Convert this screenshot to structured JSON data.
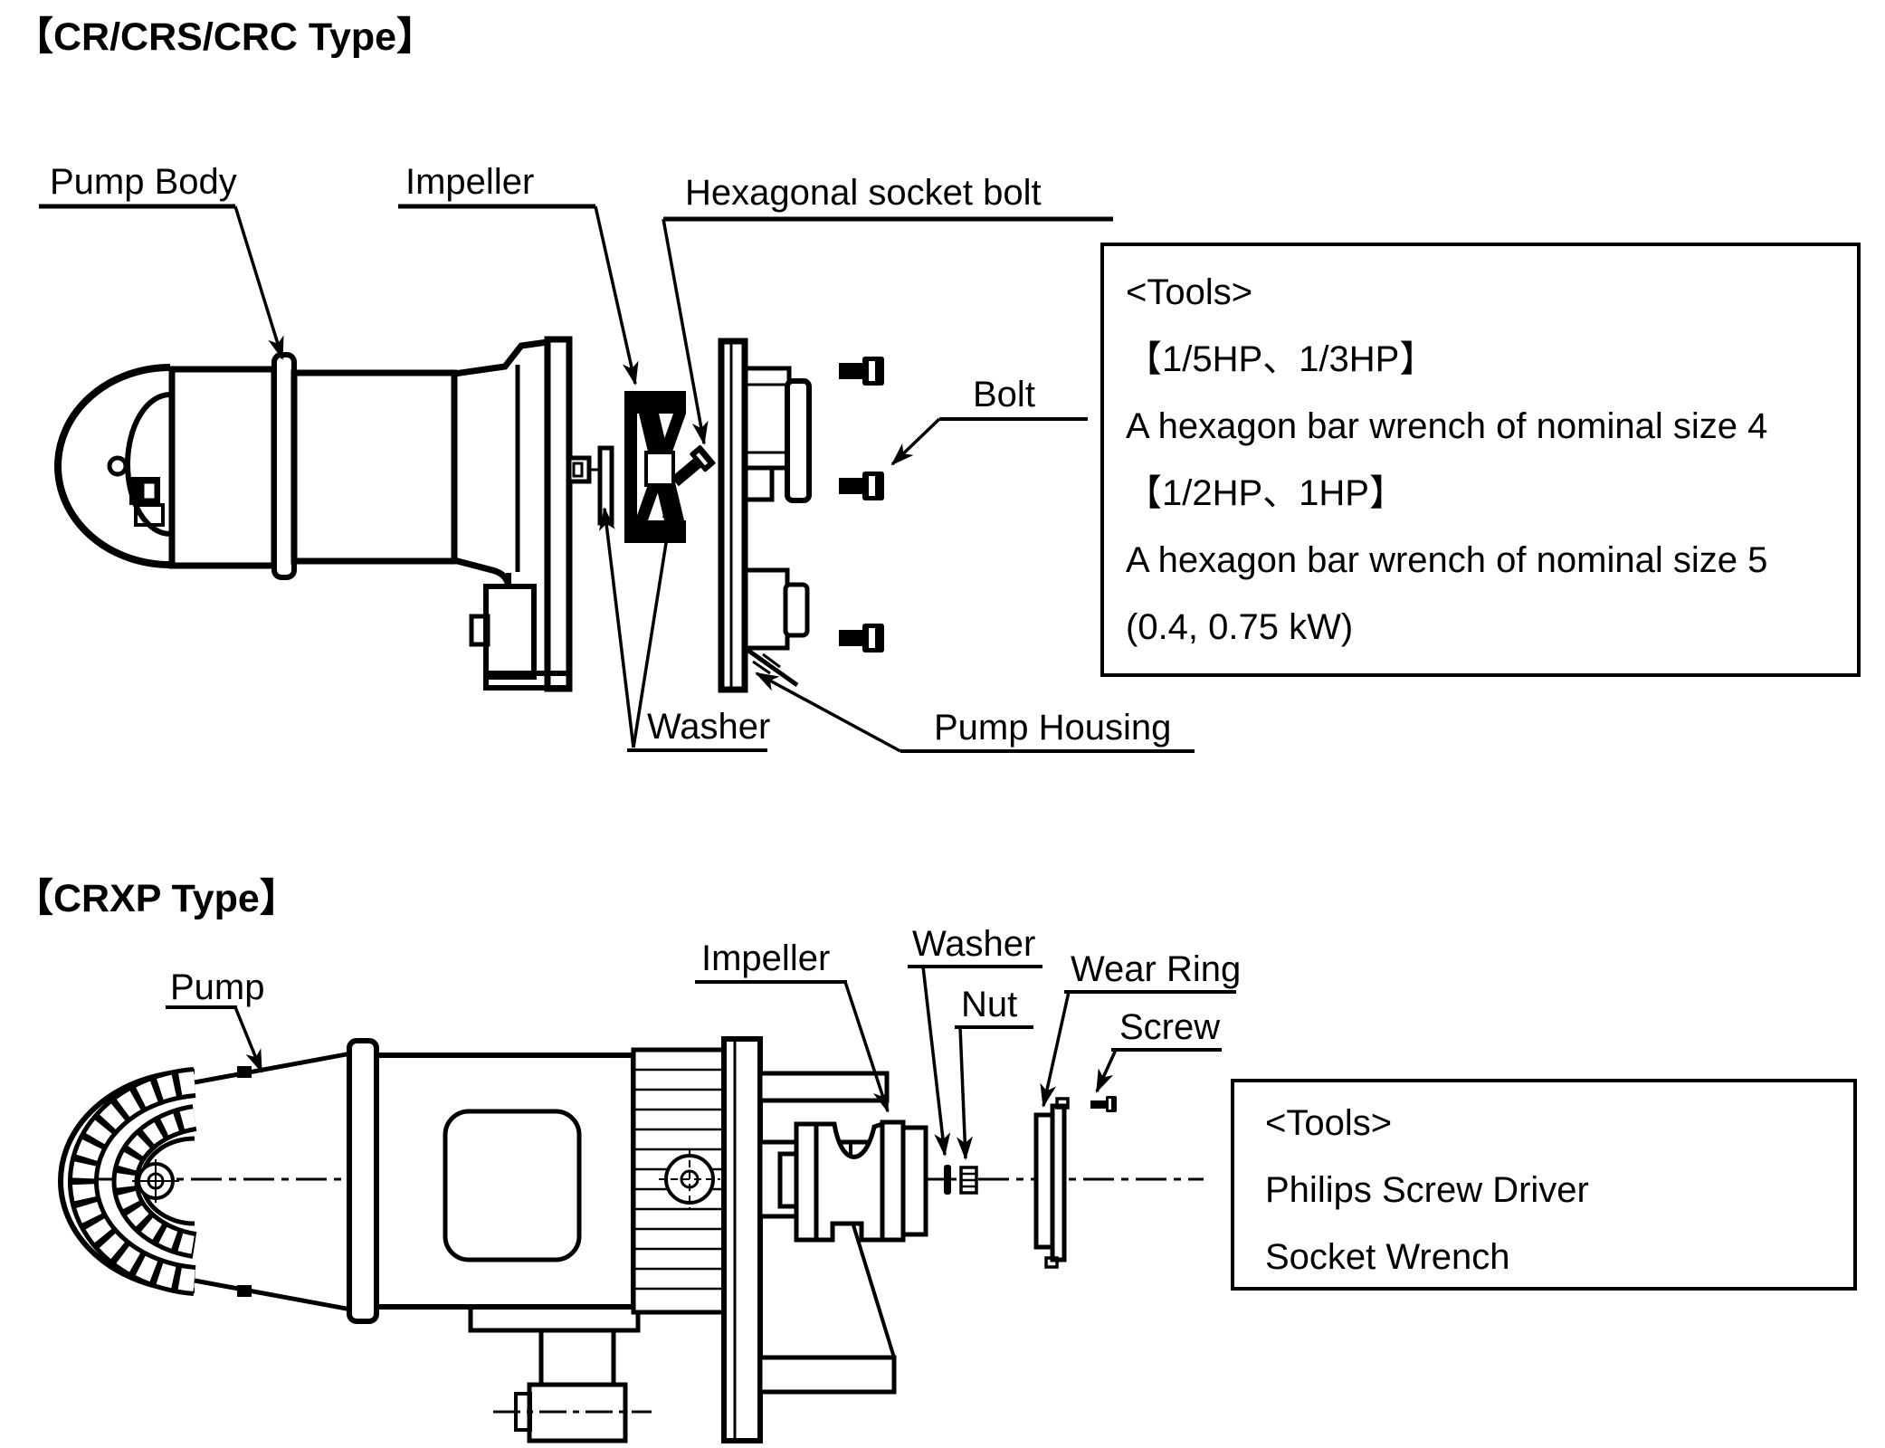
{
  "page": {
    "background": "#ffffff",
    "ink": "#000000"
  },
  "sections": [
    {
      "id": "cr-crs-crc",
      "header": "【CR/CRS/CRC Type】",
      "part_labels": {
        "pump_body": "Pump Body",
        "impeller": "Impeller",
        "hex_socket_bolt": "Hexagonal socket bolt",
        "bolt": "Bolt",
        "washer": "Washer",
        "pump_housing": "Pump Housing"
      },
      "tools_box": {
        "lines": [
          "<Tools>",
          "【1/5HP、1/3HP】",
          "A hexagon bar wrench of nominal size 4",
          "【1/2HP、1HP】",
          "A hexagon bar wrench of nominal size 5",
          "(0.4, 0.75 kW)"
        ]
      }
    },
    {
      "id": "crxp",
      "header": "【CRXP Type】",
      "part_labels": {
        "pump": "Pump",
        "impeller": "Impeller",
        "washer": "Washer",
        "nut": "Nut",
        "wear_ring": "Wear Ring",
        "screw": "Screw"
      },
      "tools_box": {
        "lines": [
          "<Tools>",
          "Philips Screw Driver",
          "Socket Wrench"
        ]
      }
    }
  ]
}
